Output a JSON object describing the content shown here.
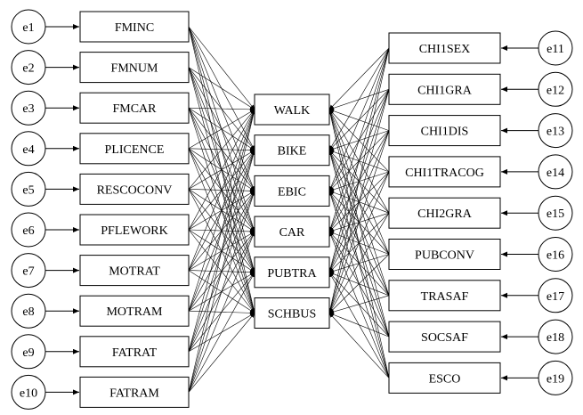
{
  "left_variables": [
    {
      "name": "FMINC",
      "error": "e1"
    },
    {
      "name": "FMNUM",
      "error": "e2"
    },
    {
      "name": "FMCAR",
      "error": "e3"
    },
    {
      "name": "PLICENCE",
      "error": "e4"
    },
    {
      "name": "RESCOCONV",
      "error": "e5"
    },
    {
      "name": "PFLEWORK",
      "error": "e6"
    },
    {
      "name": "MOTRAT",
      "error": "e7"
    },
    {
      "name": "MOTRAM",
      "error": "e8"
    },
    {
      "name": "FATRAT",
      "error": "e9"
    },
    {
      "name": "FATRAM",
      "error": "e10"
    }
  ],
  "center_variables": [
    "WALK",
    "BIKE",
    "EBIC",
    "CAR",
    "PUBTRA",
    "SCHBUS"
  ],
  "right_variables": [
    {
      "name": "CHI1SEX",
      "error": "e11"
    },
    {
      "name": "CHI1GRA",
      "error": "e12"
    },
    {
      "name": "CHI1DIS",
      "error": "e13"
    },
    {
      "name": "CHI1TRACOG",
      "error": "e14"
    },
    {
      "name": "CHI2GRA",
      "error": "e15"
    },
    {
      "name": "PUBCONV",
      "error": "e16"
    },
    {
      "name": "TRASAF",
      "error": "e17"
    },
    {
      "name": "SOCSAF",
      "error": "e18"
    },
    {
      "name": "ESCO",
      "error": "e19"
    }
  ]
}
